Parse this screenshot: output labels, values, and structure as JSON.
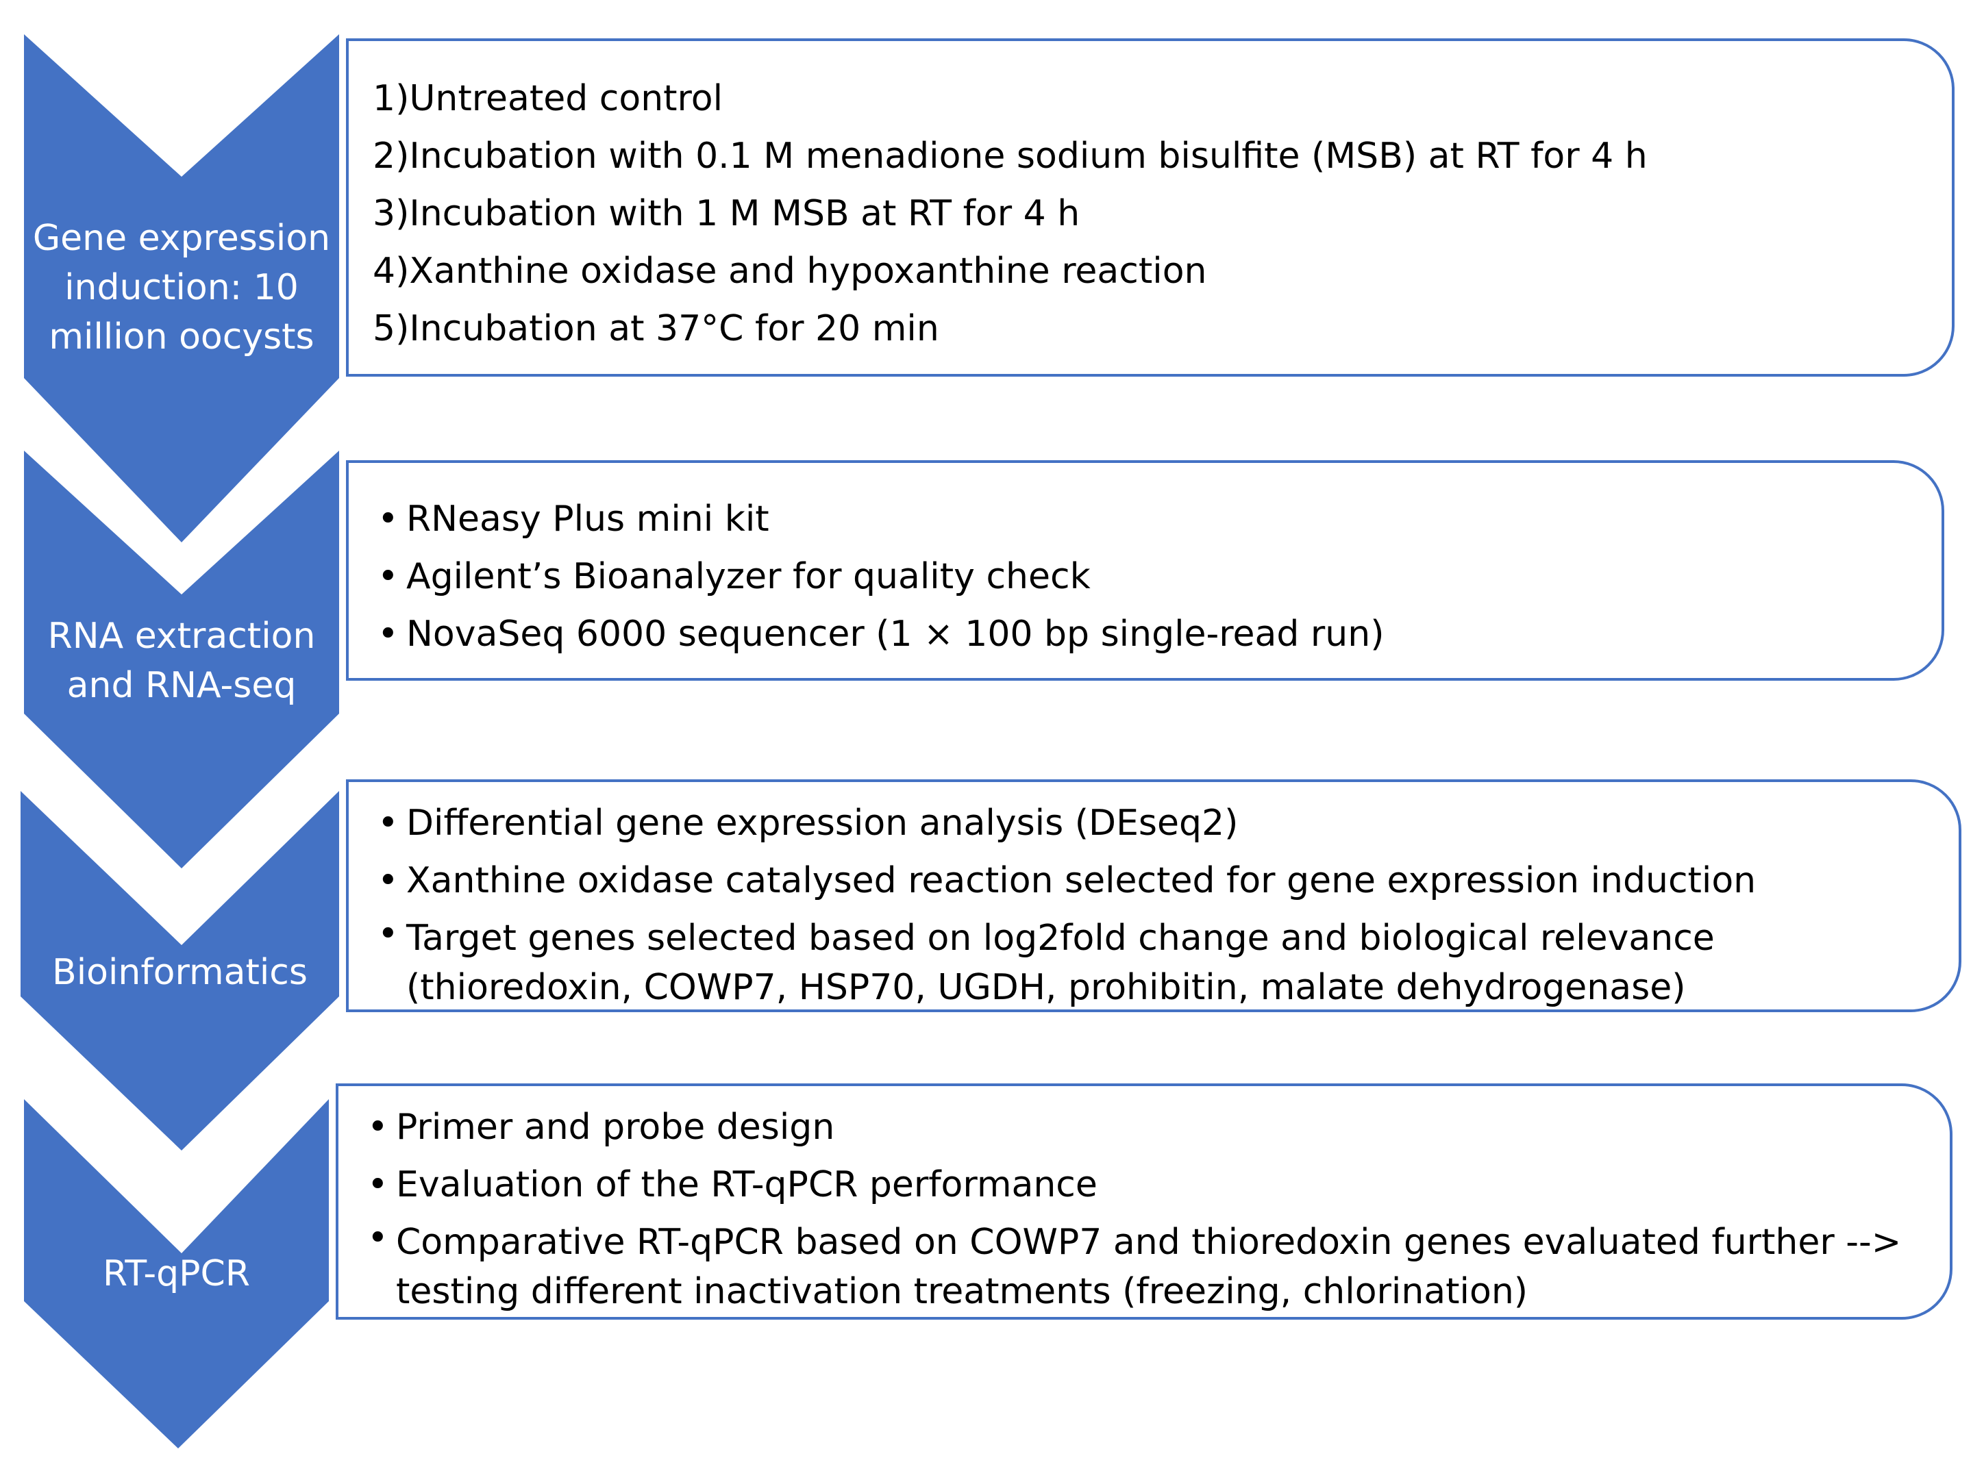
{
  "colors": {
    "chevron": "#4472c4",
    "box_border": "#4472c4",
    "text": "#000000",
    "label_text": "#ffffff"
  },
  "stages": [
    {
      "label": "Gene expression\ninduction: 10\nmillion oocysts",
      "items": [
        "1)Untreated control",
        "2)Incubation with 0.1 M menadione sodium bisulfite (MSB) at RT for 4 h",
        "3)Incubation with 1 M MSB at RT for 4 h",
        "4)Xanthine oxidase  and hypoxanthine reaction",
        "5)Incubation at 37°C for 20 min"
      ]
    },
    {
      "label": "RNA extraction\nand RNA-seq",
      "items": [
        "RNeasy Plus mini kit",
        "Agilent’s Bioanalyzer for quality check",
        "NovaSeq 6000 sequencer (1 × 100 bp single-read run)"
      ]
    },
    {
      "label": "Bioinformatics",
      "items": [
        "Differential gene expression analysis (DEseq2)",
        "Xanthine oxidase catalysed reaction selected for gene expression induction",
        "Target genes selected based on log2fold change and biological relevance (thioredoxin, COWP7, HSP70, UGDH, prohibitin, malate dehydrogenase)"
      ]
    },
    {
      "label": "RT-qPCR",
      "items": [
        "Primer and probe design",
        "Evaluation of the RT-qPCR performance",
        "Comparative RT-qPCR based on COWP7 and thioredoxin genes evaluated further --> testing different inactivation treatments (freezing, chlorination)"
      ]
    }
  ]
}
